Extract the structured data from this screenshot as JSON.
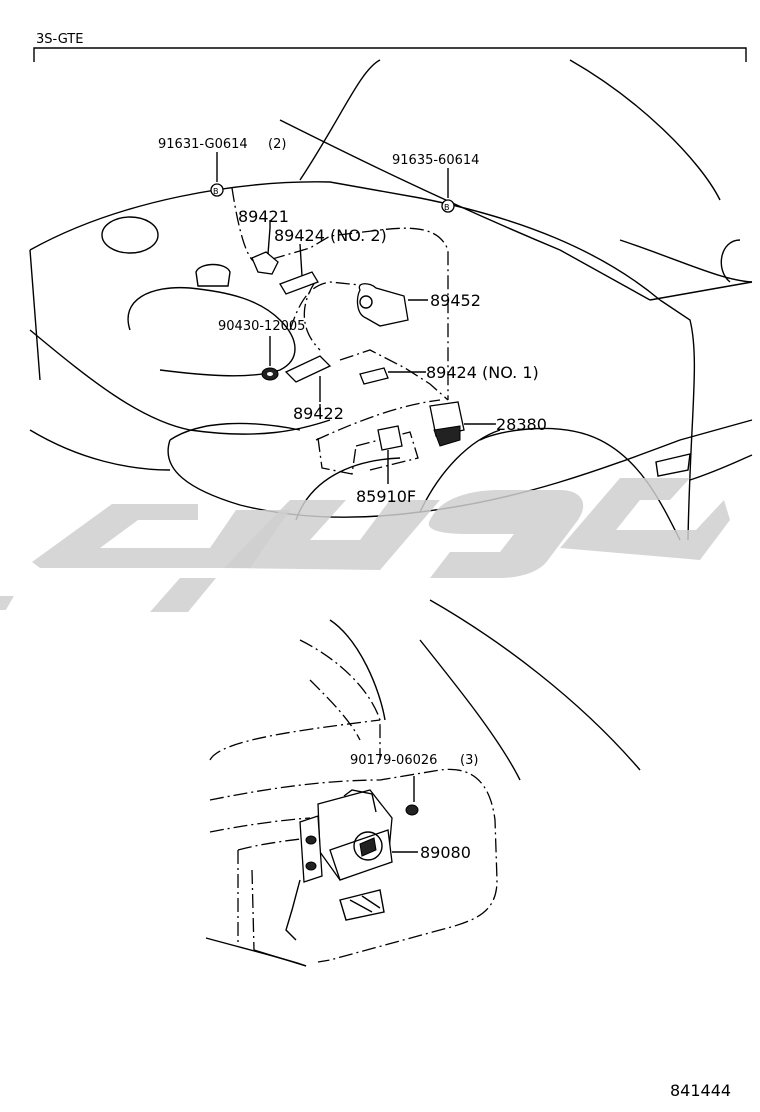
{
  "header": {
    "engine": "3S-GTE"
  },
  "footer": {
    "code": "841444"
  },
  "labels": {
    "bolt_b_left": "91631-G0614",
    "bolt_b_left_qty": "(2)",
    "bolt_b_right": "91635-60614",
    "p89421": "89421",
    "p89424_no2": "89424 (NO. 2)",
    "p89452": "89452",
    "p90430": "90430-12005",
    "p89424_no1": "89424 (NO. 1)",
    "p89422": "89422",
    "p28380": "28380",
    "p85910f": "85910F",
    "nut_90179": "90179-06026",
    "nut_90179_qty": "(3)",
    "p89080": "89080",
    "marker_b": "B"
  },
  "icons": [
    "bolt-marker-icon",
    "watermark-logo"
  ],
  "colors": {
    "line": "#000000",
    "watermark": "#cfcfcf",
    "background": "#ffffff"
  }
}
